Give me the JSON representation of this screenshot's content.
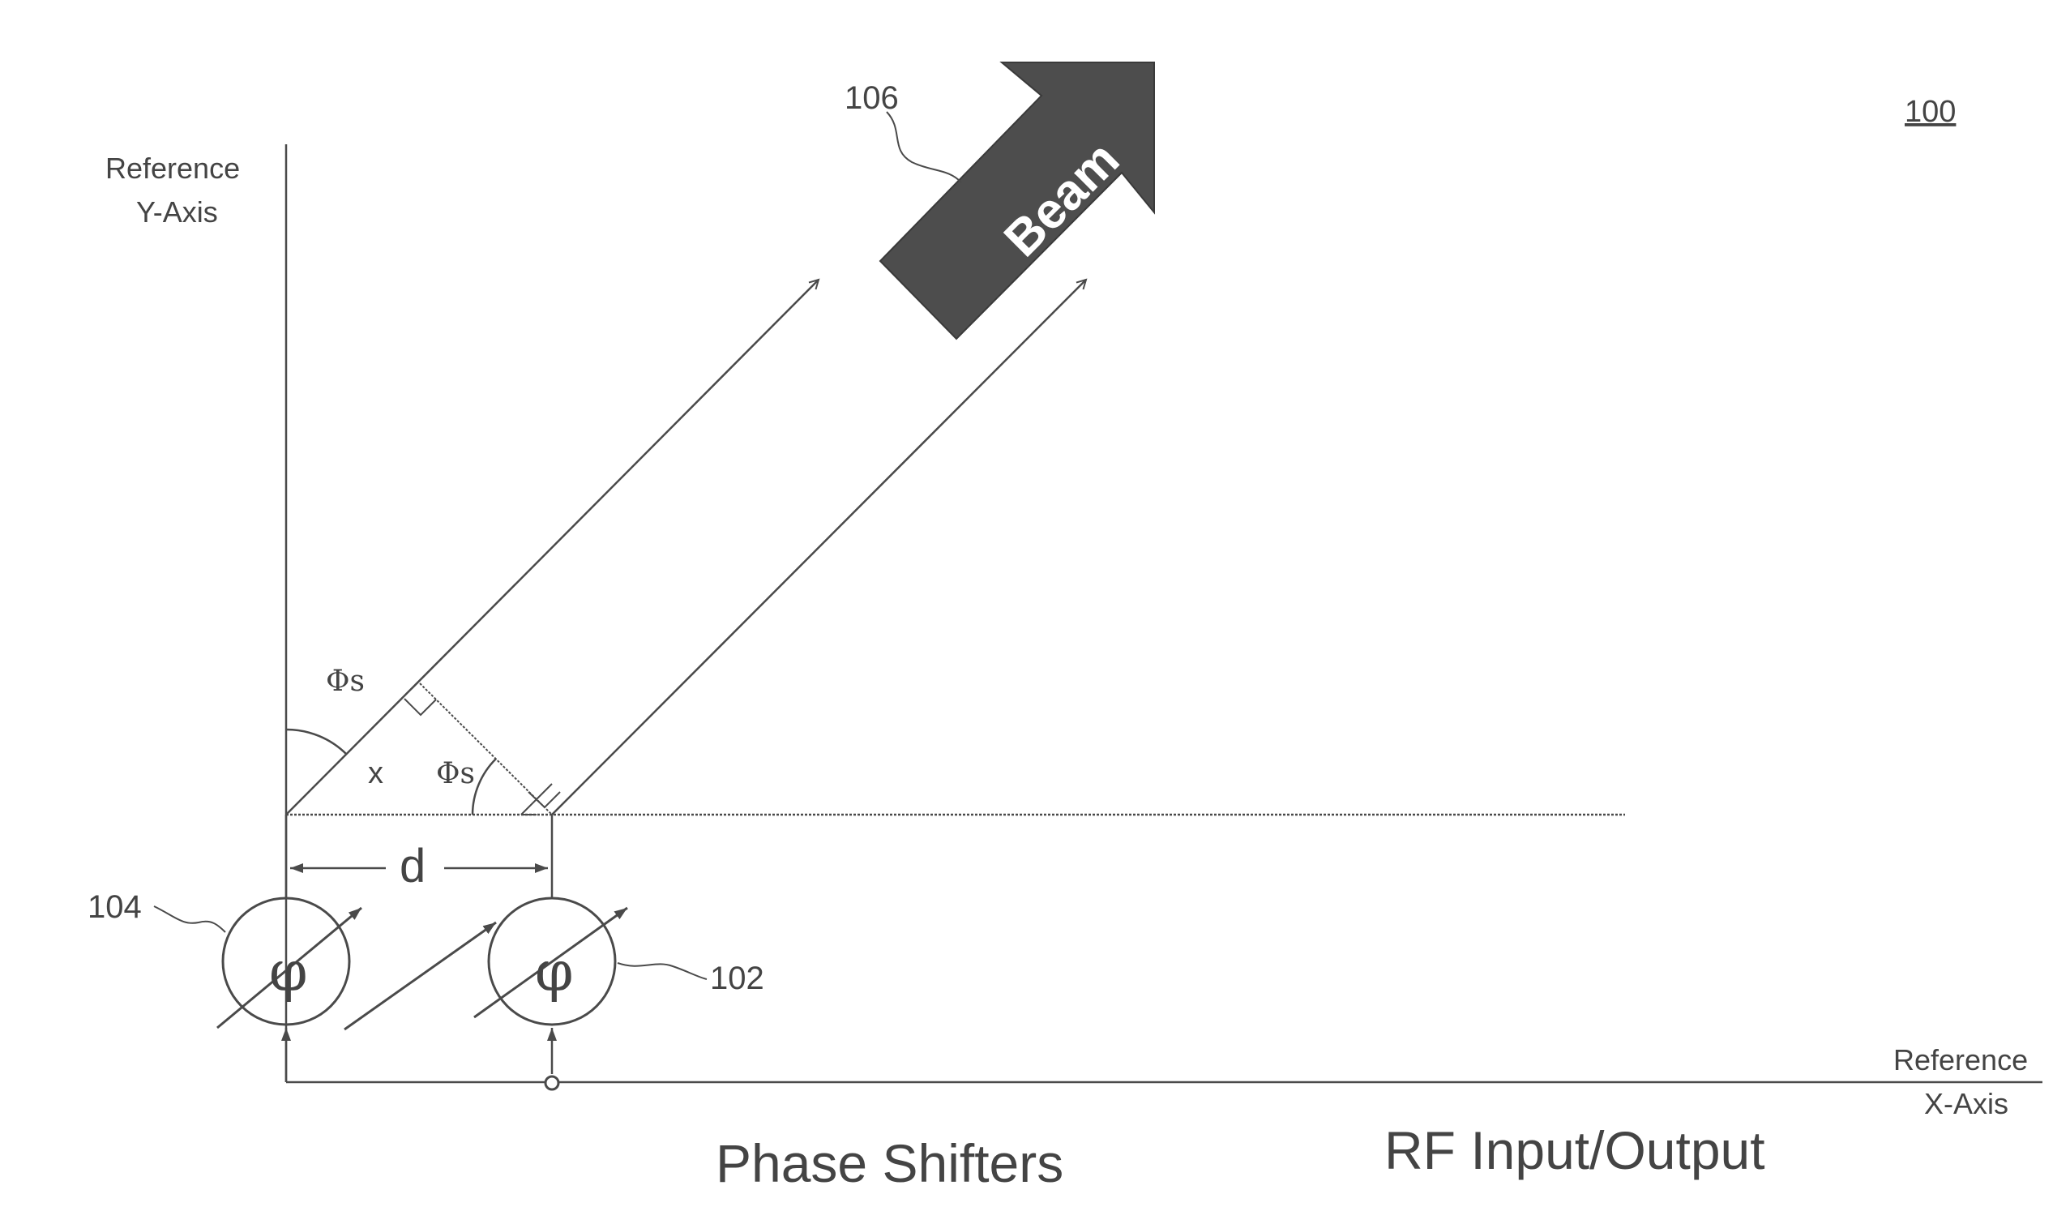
{
  "figure_ref": "100",
  "axes": {
    "y_axis_label_line1": "Reference",
    "y_axis_label_line2": "Y-Axis",
    "x_axis_label_line1": "Reference",
    "x_axis_label_line2": "X-Axis"
  },
  "beam": {
    "label": "Beam",
    "ref": "106"
  },
  "angles": {
    "steer_angle_top": "Φs",
    "steer_angle_mid": "Φs",
    "path_difference": "x"
  },
  "spacing_label": "d",
  "phase_shifters": {
    "left_ref": "104",
    "right_ref": "102",
    "symbol": "φ"
  },
  "captions": {
    "phase_shifters": "Phase Shifters",
    "rf_io": "RF Input/Output"
  },
  "colors": {
    "line": "#4a4a4a",
    "text": "#444444",
    "beam_fill": "#4d4d4d",
    "beam_text": "#ffffff"
  }
}
